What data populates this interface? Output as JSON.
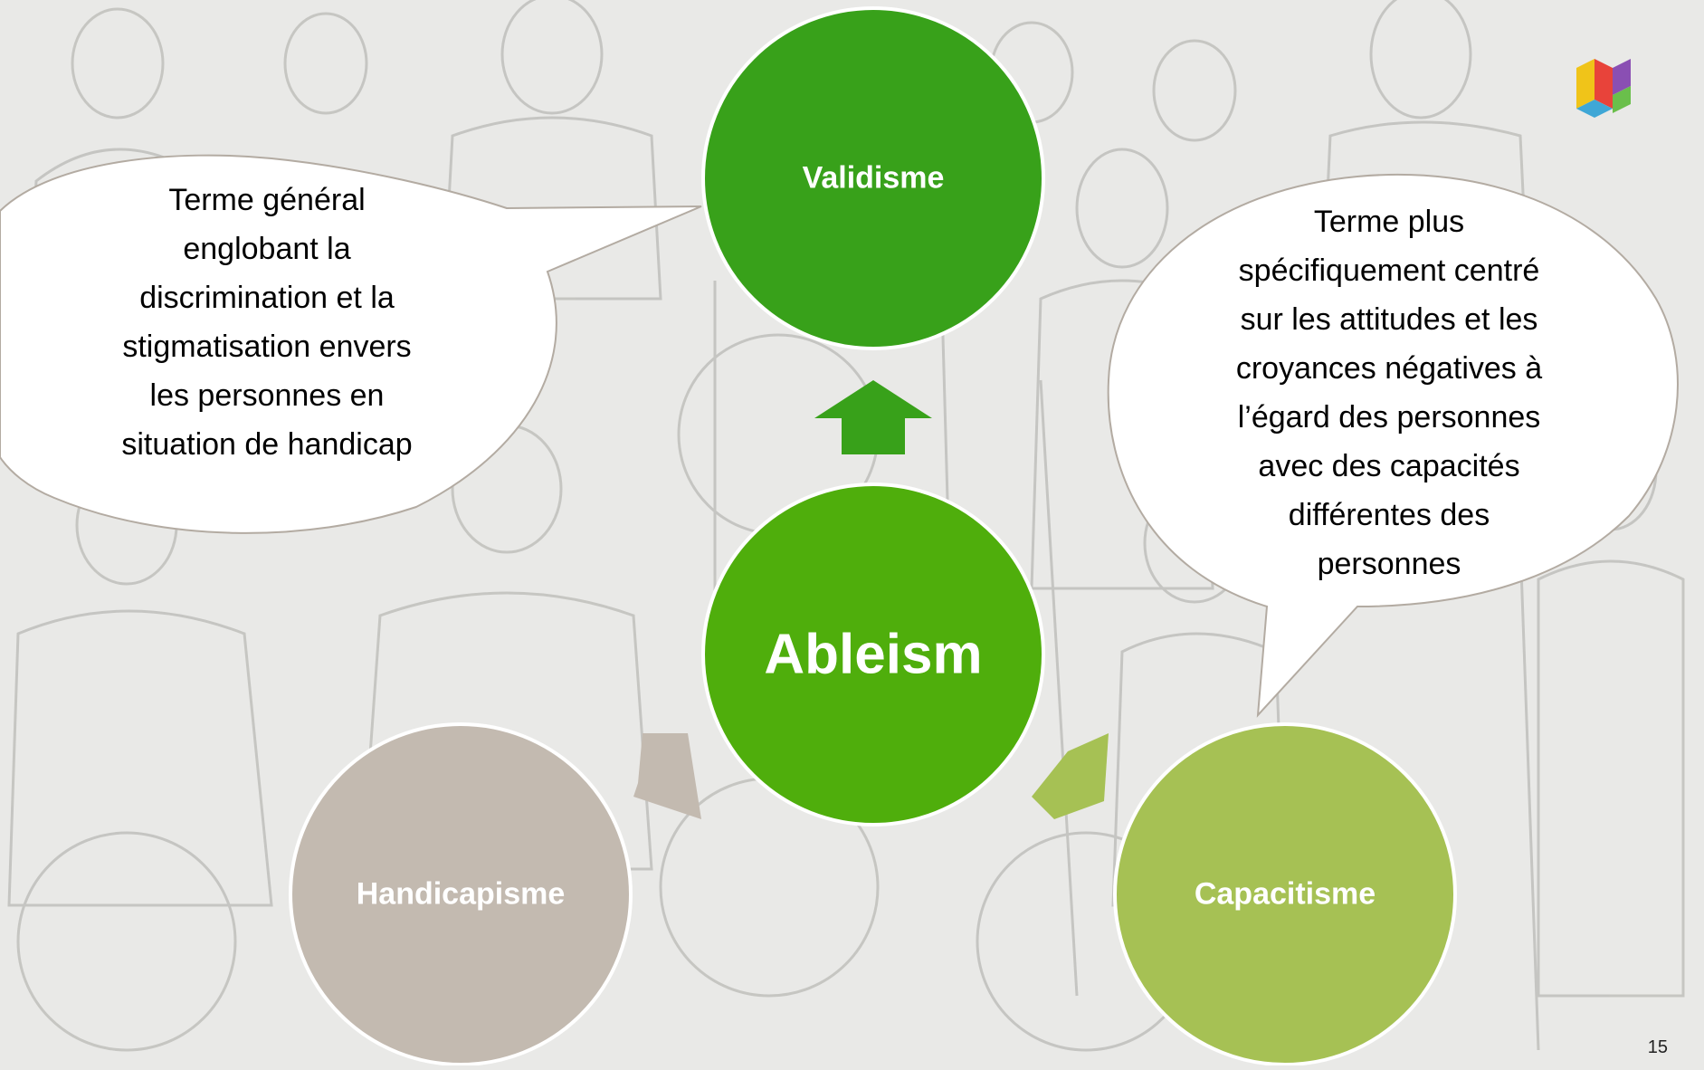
{
  "diagram": {
    "center": {
      "label": "Ableism",
      "color": "#4fae0c"
    },
    "top": {
      "label": "Validisme",
      "color": "#38a11a"
    },
    "left": {
      "label": "Handicapisme",
      "color": "#c3bab0"
    },
    "right": {
      "label": "Capacitisme",
      "color": "#a6c154"
    }
  },
  "bubbles": {
    "left": [
      "Terme général",
      "englobant la",
      "discrimination et la",
      "stigmatisation envers",
      "les personnes en",
      "situation de handicap"
    ],
    "right": [
      "Terme plus",
      "spécifiquement centré",
      "sur les attitudes et les",
      "croyances négatives à",
      "l’égard des personnes",
      "avec des capacités",
      "différentes des",
      "personnes"
    ]
  },
  "background": {
    "description_icon": "people-sketch-illustration"
  },
  "logo": {
    "icon": "colorful-cube-logo-icon",
    "colors": [
      "#f0c419",
      "#e8433a",
      "#8a4fb3",
      "#3fa7d6",
      "#6abf4b"
    ]
  },
  "page_number": "15"
}
